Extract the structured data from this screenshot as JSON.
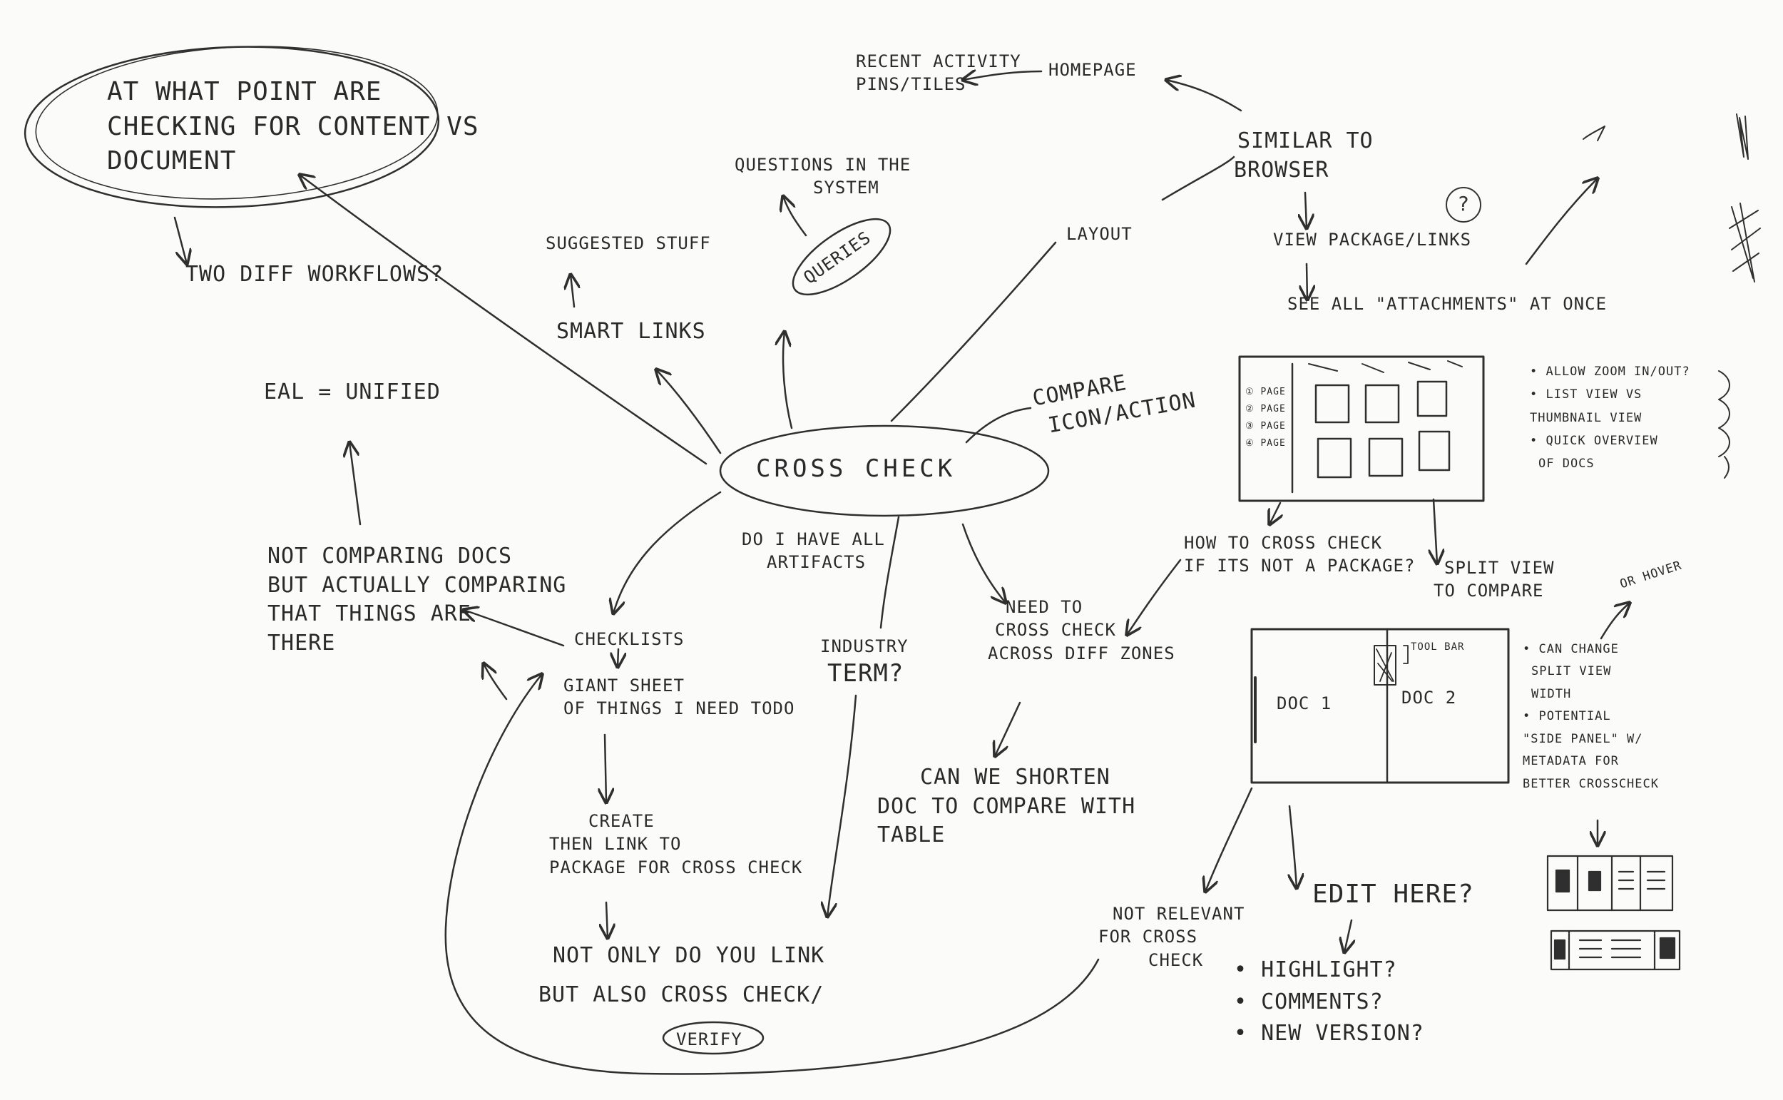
{
  "nodes": {
    "question_top_left": {
      "lines": [
        "AT WHAT POINT ARE",
        "CHECKING FOR CONTENT VS",
        "DOCUMENT"
      ]
    },
    "two_diff_workflows": {
      "lines": [
        "TWO DIFF WORKFLOWS?"
      ]
    },
    "eal_unified": {
      "lines": [
        "EAL = UNIFIED"
      ]
    },
    "not_comparing_docs": {
      "lines": [
        "NOT COMPARING DOCS",
        "BUT ACTUALLY COMPARING",
        "THAT THINGS ARE",
        "THERE"
      ]
    },
    "suggested_stuff": {
      "lines": [
        "SUGGESTED STUFF"
      ]
    },
    "smart_links": {
      "lines": [
        "SMART LINKS"
      ]
    },
    "questions_in_system": {
      "lines": [
        "QUESTIONS IN THE",
        "SYSTEM"
      ]
    },
    "queries": {
      "lines": [
        "QUERIES"
      ]
    },
    "layout": {
      "lines": [
        "LAYOUT"
      ]
    },
    "recent_activity": {
      "lines": [
        "RECENT ACTIVITY",
        "PINS/TILES"
      ]
    },
    "homepage": {
      "lines": [
        "HOMEPAGE"
      ]
    },
    "similar_to_browser": {
      "lines": [
        "SIMILAR TO",
        "BROWSER"
      ]
    },
    "view_package": {
      "lines": [
        "VIEW PACKAGE/LINKS"
      ]
    },
    "question_mark": {
      "lines": [
        "?"
      ]
    },
    "see_all_attachments": {
      "lines": [
        "SEE ALL \"ATTACHMENTS\" AT ONCE"
      ]
    },
    "compare_icon": {
      "lines": [
        "COMPARE",
        "ICON/ACTION"
      ]
    },
    "cross_check": {
      "lines": [
        "CROSS CHECK"
      ]
    },
    "do_i_have": {
      "lines": [
        "DO I HAVE ALL",
        "ARTIFACTS"
      ]
    },
    "checklists": {
      "lines": [
        "CHECKLISTS"
      ]
    },
    "giant_sheet": {
      "lines": [
        "GIANT SHEET",
        "OF THINGS I NEED TODO"
      ]
    },
    "create_link": {
      "lines": [
        "CREATE",
        "THEN LINK TO",
        "PACKAGE FOR CROSS CHECK"
      ]
    },
    "not_only_link": {
      "lines": [
        "NOT ONLY DO YOU LINK",
        "BUT ALSO CROSS CHECK/"
      ]
    },
    "verify": {
      "lines": [
        "VERIFY"
      ]
    },
    "industry_term": {
      "lines": [
        "INDUSTRY",
        "TERM?"
      ]
    },
    "need_cross_check": {
      "lines": [
        "NEED TO",
        "CROSS CHECK",
        "ACROSS DIFF ZONES"
      ]
    },
    "can_we_shorten": {
      "lines": [
        "CAN WE SHORTEN",
        "DOC TO COMPARE WITH",
        "TABLE"
      ]
    },
    "how_to_cross_check": {
      "lines": [
        "HOW TO CROSS CHECK",
        "IF ITS NOT A PACKAGE?"
      ]
    },
    "split_view": {
      "lines": [
        "SPLIT VIEW",
        "TO COMPARE"
      ]
    },
    "not_relevant": {
      "lines": [
        "NOT RELEVANT",
        "FOR CROSS",
        "CHECK"
      ]
    },
    "edit_here": {
      "lines": [
        "EDIT HERE?"
      ]
    },
    "edit_options": {
      "lines": [
        "• HIGHLIGHT?",
        "• COMMENTS?",
        "• NEW VERSION?"
      ]
    },
    "or_hover": {
      "lines": [
        "OR HOVER"
      ]
    },
    "notes_thumbnail": {
      "lines": [
        "• ALLOW ZOOM IN/OUT?",
        "• LIST VIEW VS",
        "THUMBNAIL VIEW",
        "• QUICK OVERVIEW",
        "OF DOCS"
      ]
    },
    "notes_split": {
      "lines": [
        "• CAN CHANGE",
        "SPLIT VIEW",
        "WIDTH",
        "• POTENTIAL",
        "\"SIDE PANEL\" W/",
        "METADATA FOR",
        "BETTER CROSSCHECK"
      ]
    }
  },
  "thumb_wireframe": {
    "pages": [
      "PAGE",
      "PAGE",
      "PAGE",
      "PAGE"
    ]
  },
  "split_wireframe": {
    "doc1": "DOC 1",
    "doc2": "DOC 2",
    "toolbar": "TOOL BAR"
  }
}
